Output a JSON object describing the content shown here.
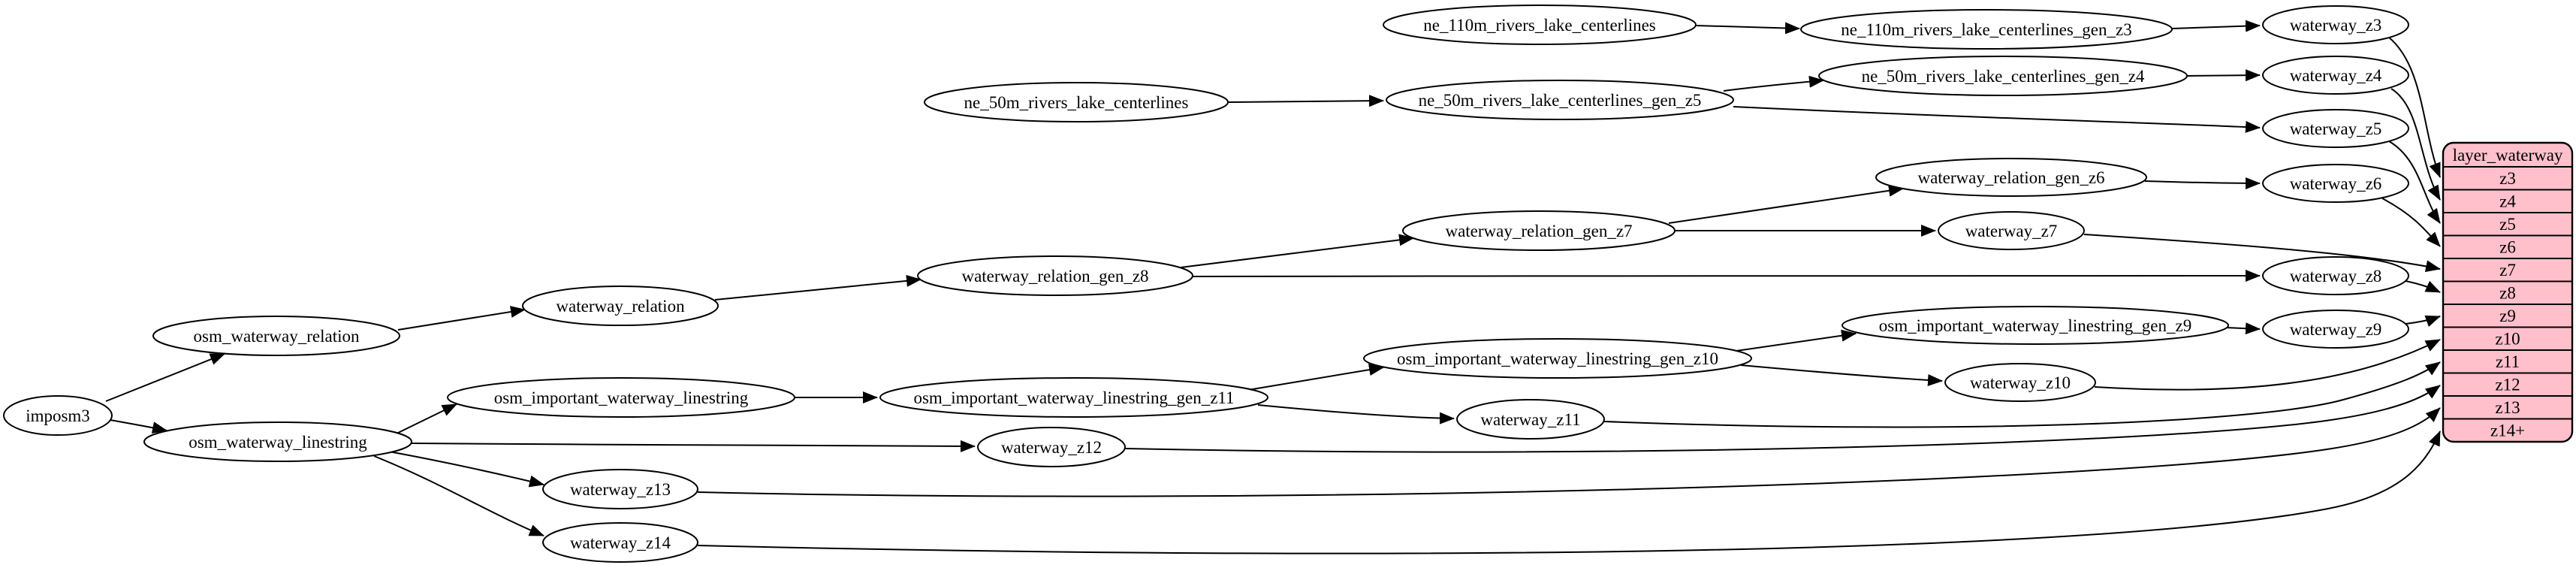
{
  "diagram": {
    "background_color": "#ffffff",
    "node_fill": "#ffffff",
    "node_stroke": "#000000",
    "table_fill": "#ffc0cb"
  },
  "nodes": {
    "imposm3": "imposm3",
    "osm_waterway_relation": "osm_waterway_relation",
    "osm_waterway_linestring": "osm_waterway_linestring",
    "waterway_relation": "waterway_relation",
    "waterway_relation_gen_z8": "waterway_relation_gen_z8",
    "waterway_relation_gen_z7": "waterway_relation_gen_z7",
    "waterway_relation_gen_z6": "waterway_relation_gen_z6",
    "ne_110m_rivers_lake_centerlines": "ne_110m_rivers_lake_centerlines",
    "ne_110m_rivers_lake_centerlines_gen_z3": "ne_110m_rivers_lake_centerlines_gen_z3",
    "ne_50m_rivers_lake_centerlines": "ne_50m_rivers_lake_centerlines",
    "ne_50m_rivers_lake_centerlines_gen_z5": "ne_50m_rivers_lake_centerlines_gen_z5",
    "ne_50m_rivers_lake_centerlines_gen_z4": "ne_50m_rivers_lake_centerlines_gen_z4",
    "osm_important_waterway_linestring": "osm_important_waterway_linestring",
    "osm_important_waterway_linestring_gen_z11": "osm_important_waterway_linestring_gen_z11",
    "osm_important_waterway_linestring_gen_z10": "osm_important_waterway_linestring_gen_z10",
    "osm_important_waterway_linestring_gen_z9": "osm_important_waterway_linestring_gen_z9",
    "waterway_z3": "waterway_z3",
    "waterway_z4": "waterway_z4",
    "waterway_z5": "waterway_z5",
    "waterway_z6": "waterway_z6",
    "waterway_z7": "waterway_z7",
    "waterway_z8": "waterway_z8",
    "waterway_z9": "waterway_z9",
    "waterway_z10": "waterway_z10",
    "waterway_z11": "waterway_z11",
    "waterway_z12": "waterway_z12",
    "waterway_z13": "waterway_z13",
    "waterway_z14": "waterway_z14"
  },
  "table": {
    "title": "layer_waterway",
    "rows": [
      "z3",
      "z4",
      "z5",
      "z6",
      "z7",
      "z8",
      "z9",
      "z10",
      "z11",
      "z12",
      "z13",
      "z14+"
    ]
  },
  "edges": [
    {
      "from": "imposm3",
      "to": "osm_waterway_relation"
    },
    {
      "from": "imposm3",
      "to": "osm_waterway_linestring"
    },
    {
      "from": "osm_waterway_relation",
      "to": "waterway_relation"
    },
    {
      "from": "waterway_relation",
      "to": "waterway_relation_gen_z8"
    },
    {
      "from": "waterway_relation_gen_z8",
      "to": "waterway_relation_gen_z7"
    },
    {
      "from": "waterway_relation_gen_z8",
      "to": "waterway_z8"
    },
    {
      "from": "waterway_relation_gen_z7",
      "to": "waterway_relation_gen_z6"
    },
    {
      "from": "waterway_relation_gen_z7",
      "to": "waterway_z7"
    },
    {
      "from": "waterway_relation_gen_z6",
      "to": "waterway_z6"
    },
    {
      "from": "ne_110m_rivers_lake_centerlines",
      "to": "ne_110m_rivers_lake_centerlines_gen_z3"
    },
    {
      "from": "ne_110m_rivers_lake_centerlines_gen_z3",
      "to": "waterway_z3"
    },
    {
      "from": "ne_50m_rivers_lake_centerlines",
      "to": "ne_50m_rivers_lake_centerlines_gen_z5"
    },
    {
      "from": "ne_50m_rivers_lake_centerlines_gen_z5",
      "to": "ne_50m_rivers_lake_centerlines_gen_z4"
    },
    {
      "from": "ne_50m_rivers_lake_centerlines_gen_z5",
      "to": "waterway_z5"
    },
    {
      "from": "ne_50m_rivers_lake_centerlines_gen_z4",
      "to": "waterway_z4"
    },
    {
      "from": "osm_waterway_linestring",
      "to": "osm_important_waterway_linestring"
    },
    {
      "from": "osm_waterway_linestring",
      "to": "waterway_z12"
    },
    {
      "from": "osm_waterway_linestring",
      "to": "waterway_z13"
    },
    {
      "from": "osm_waterway_linestring",
      "to": "waterway_z14"
    },
    {
      "from": "osm_important_waterway_linestring",
      "to": "osm_important_waterway_linestring_gen_z11"
    },
    {
      "from": "osm_important_waterway_linestring_gen_z11",
      "to": "osm_important_waterway_linestring_gen_z10"
    },
    {
      "from": "osm_important_waterway_linestring_gen_z11",
      "to": "waterway_z11"
    },
    {
      "from": "osm_important_waterway_linestring_gen_z10",
      "to": "osm_important_waterway_linestring_gen_z9"
    },
    {
      "from": "osm_important_waterway_linestring_gen_z10",
      "to": "waterway_z10"
    },
    {
      "from": "osm_important_waterway_linestring_gen_z9",
      "to": "waterway_z9"
    },
    {
      "from": "waterway_z3",
      "to": "layer_waterway.z3"
    },
    {
      "from": "waterway_z4",
      "to": "layer_waterway.z4"
    },
    {
      "from": "waterway_z5",
      "to": "layer_waterway.z5"
    },
    {
      "from": "waterway_z6",
      "to": "layer_waterway.z6"
    },
    {
      "from": "waterway_z7",
      "to": "layer_waterway.z7"
    },
    {
      "from": "waterway_z8",
      "to": "layer_waterway.z8"
    },
    {
      "from": "waterway_z9",
      "to": "layer_waterway.z9"
    },
    {
      "from": "waterway_z10",
      "to": "layer_waterway.z10"
    },
    {
      "from": "waterway_z11",
      "to": "layer_waterway.z11"
    },
    {
      "from": "waterway_z12",
      "to": "layer_waterway.z12"
    },
    {
      "from": "waterway_z13",
      "to": "layer_waterway.z13"
    },
    {
      "from": "waterway_z14",
      "to": "layer_waterway.z14+"
    }
  ]
}
